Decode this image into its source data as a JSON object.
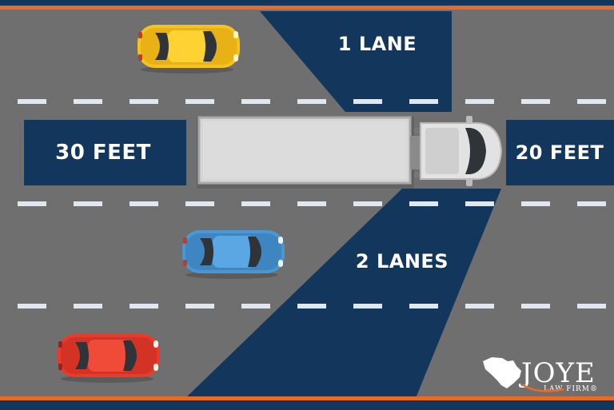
{
  "labels": {
    "one_lane": "1 LANE",
    "two_lanes": "2 LANES",
    "rear_distance": "30 FEET",
    "front_distance": "20 FEET"
  },
  "logo": {
    "name": "JOYE",
    "tagline": "LAW FIRM®"
  },
  "colors": {
    "road": "#6f6f6f",
    "blind_zone": "#13365c",
    "lane_marking": "#dfe8ee",
    "border_orange": "#ea6a26",
    "border_navy": "#13365c",
    "truck_body": "#d6d6d6",
    "car_yellow": "#f6c21e",
    "car_blue": "#4b97d4",
    "car_red": "#e73b2b"
  },
  "icons": [
    "south-carolina-state-icon"
  ]
}
